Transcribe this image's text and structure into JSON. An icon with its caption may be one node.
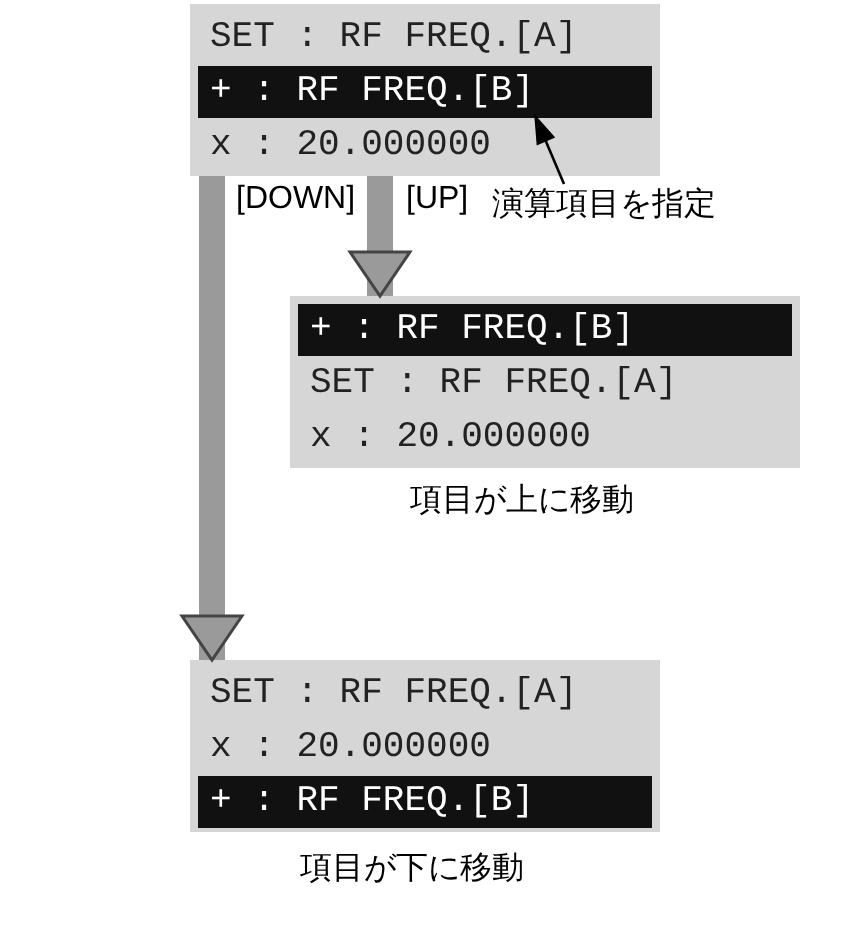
{
  "diagram": {
    "nodes": [
      {
        "text": [],
        "shape": "box"
      },
      {
        "text": [
          "SET : RF FREQ.[A]"
        ],
        "in": 0
      },
      {
        "text": [
          "+ : RF FREQ.[B]"
        ],
        "in": 0
      },
      {
        "text": [
          "x : 20.000000"
        ],
        "in": 0
      },
      {
        "text": [],
        "shape": "box",
        "beside": [
          "項目が上に移動"
        ]
      },
      {
        "text": [
          "+ : RF FREQ.[B]"
        ],
        "in": 4
      },
      {
        "text": [
          "SET : RF FREQ.[A]"
        ],
        "in": 4
      },
      {
        "text": [
          "x : 20.000000"
        ],
        "in": 4
      },
      {
        "text": [],
        "shape": "box",
        "beside": [
          "項目が下に移動"
        ]
      },
      {
        "text": [
          "SET : RF FREQ.[A]"
        ],
        "in": 8
      },
      {
        "text": [
          "x : 20.000000"
        ],
        "in": 8
      },
      {
        "text": [
          "+ : RF FREQ.[B]"
        ],
        "in": 8
      },
      {
        "text": [
          "演算項目を指定"
        ]
      }
    ],
    "edges": [
      {
        "from": 0,
        "to": 8,
        "arrow": "to",
        "label": "[DOWN]"
      },
      {
        "from": 0,
        "to": 4,
        "arrow": "to",
        "label": "[UP]"
      },
      {
        "from": 12,
        "to": 2,
        "arrow": "to",
        "color": "#000000"
      }
    ]
  }
}
